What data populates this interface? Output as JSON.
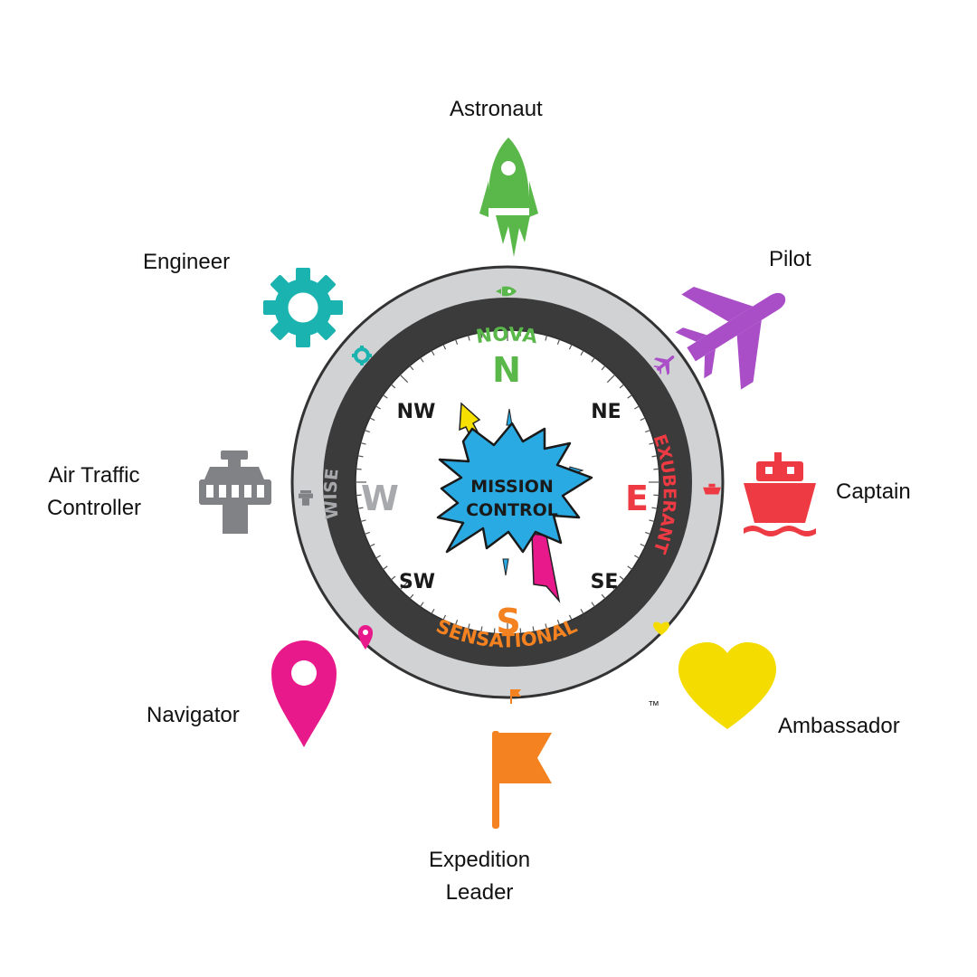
{
  "roles": {
    "astronaut": "Astronaut",
    "pilot": "Pilot",
    "engineer": "Engineer",
    "air_traffic_controller": [
      "Air Traffic",
      "Controller"
    ],
    "captain": "Captain",
    "navigator": "Navigator",
    "ambassador": "Ambassador",
    "expedition_leader": [
      "Expedition",
      "Leader"
    ]
  },
  "ring_words": {
    "north": "NOVA",
    "east": "EXUBERANT",
    "south": "SENSATIONAL",
    "west": "WISE"
  },
  "directions": {
    "n": "N",
    "ne": "NE",
    "e": "E",
    "se": "SE",
    "s": "S",
    "sw": "SW",
    "w": "W",
    "nw": "NW"
  },
  "center": [
    "MISSION",
    "CONTROL"
  ],
  "trademark": "™",
  "icons": {
    "astronaut": "rocket-icon",
    "pilot": "airplane-icon",
    "engineer": "gear-icon",
    "air_traffic_controller": "control-tower-icon",
    "captain": "ship-icon",
    "navigator": "map-pin-icon",
    "ambassador": "heart-icon",
    "expedition_leader": "flag-icon"
  },
  "colors": {
    "astronaut": "#5ab84a",
    "pilot": "#a94ec7",
    "engineer": "#1ab3b0",
    "air_traffic_controller": "#808285",
    "captain": "#ee3a43",
    "navigator": "#e8198b",
    "ambassador": "#f5dc00",
    "expedition_leader": "#f58220",
    "ring_outer": "#d1d2d4",
    "ring_inner": "#3b3b3b",
    "center_burst": "#2aaae2"
  }
}
